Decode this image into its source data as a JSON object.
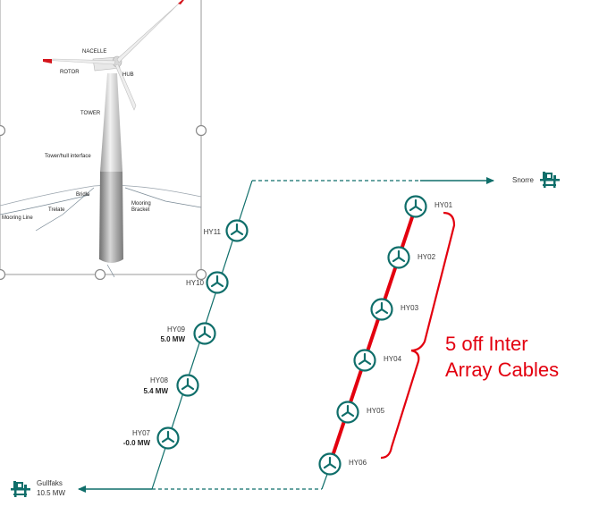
{
  "colors": {
    "teal": "#0f6e6a",
    "red": "#e3000f",
    "frame": "#9a9a9a"
  },
  "turbine_labels": {
    "nacelle": "NACELLE",
    "rotor": "ROTOR",
    "hub": "HUB",
    "tower": "TOWER",
    "tower_hull": "Tower/hull interface",
    "bridle": "Bridle",
    "mooring_bracket": "Mooring\nBracket",
    "trelate": "Trelate",
    "mooring_line": "Mooring Line"
  },
  "platforms": {
    "snorre": {
      "name": "Snorre",
      "icon": "platform-icon"
    },
    "gullfaks": {
      "name": "Gullfaks",
      "power": "10.5 MW",
      "icon": "platform-icon"
    }
  },
  "left_string": [
    {
      "id": "HY11",
      "power": ""
    },
    {
      "id": "HY10",
      "power": ""
    },
    {
      "id": "HY09",
      "power": "5.0 MW"
    },
    {
      "id": "HY08",
      "power": "5.4 MW"
    },
    {
      "id": "HY07",
      "power": "-0.0 MW"
    }
  ],
  "right_string": [
    {
      "id": "HY01"
    },
    {
      "id": "HY02"
    },
    {
      "id": "HY03"
    },
    {
      "id": "HY04"
    },
    {
      "id": "HY05"
    },
    {
      "id": "HY06"
    }
  ],
  "annotation": {
    "line1": "5 off Inter",
    "line2": "Array Cables"
  }
}
